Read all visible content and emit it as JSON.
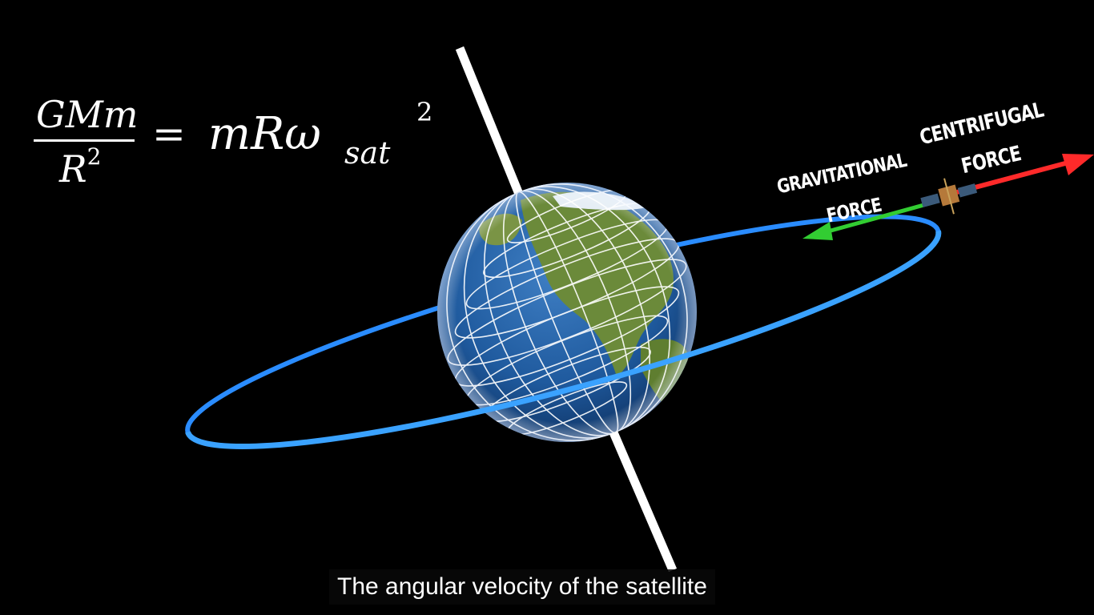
{
  "formula": {
    "numerator": "GMm",
    "denominator": "R",
    "denominator_exponent": "2",
    "equals": "=",
    "rhs": "mRω",
    "subscript": "sat",
    "exponent": "2"
  },
  "labels": {
    "gravitational_line1": "GRAVITATIONAL",
    "gravitational_line2": "FORCE",
    "centrifugal_line1": "CENTRIFUGAL",
    "centrifugal_line2": "FORCE"
  },
  "caption": "The angular velocity of the satellite",
  "colors": {
    "background": "#000000",
    "orbit": "#2a8cff",
    "gravitational_arrow": "#32cd32",
    "centrifugal_arrow": "#ff2a2a",
    "axis": "#ffffff",
    "ocean": "#1f5a9e",
    "land": "#6b8a3a"
  }
}
